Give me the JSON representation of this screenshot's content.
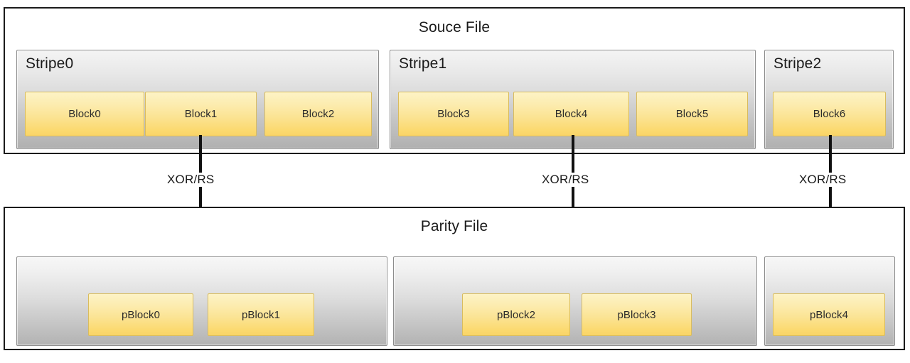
{
  "diagram": {
    "title_source": "Souce File",
    "title_parity": "Parity File",
    "transform_label": "XOR/RS",
    "colors": {
      "block_fill_top": "#fdf3c6",
      "block_fill_bottom": "#fad467",
      "block_border": "#d9bc5e",
      "container_fill_top": "#f4f4f4",
      "container_fill_bottom": "#b0b0b0",
      "container_border": "#8c8c8c",
      "outline": "#1a1a1a",
      "background": "#ffffff"
    }
  },
  "source_file": {
    "title": "Souce File",
    "stripes": [
      {
        "label": "Stripe0",
        "blocks": [
          {
            "label": "Block0"
          },
          {
            "label": "Block1"
          },
          {
            "label": "Block2"
          }
        ]
      },
      {
        "label": "Stripe1",
        "blocks": [
          {
            "label": "Block3"
          },
          {
            "label": "Block4"
          },
          {
            "label": "Block5"
          }
        ]
      },
      {
        "label": "Stripe2",
        "blocks": [
          {
            "label": "Block6"
          }
        ]
      }
    ]
  },
  "parity_file": {
    "title": "Parity File",
    "groups": [
      {
        "blocks": [
          {
            "label": "pBlock0"
          },
          {
            "label": "pBlock1"
          }
        ]
      },
      {
        "blocks": [
          {
            "label": "pBlock2"
          },
          {
            "label": "pBlock3"
          }
        ]
      },
      {
        "blocks": [
          {
            "label": "pBlock4"
          }
        ]
      }
    ]
  },
  "arrows": [
    {
      "label": "XOR/RS",
      "from": "Stripe0",
      "to": "parity-group-0"
    },
    {
      "label": "XOR/RS",
      "from": "Stripe1",
      "to": "parity-group-1"
    },
    {
      "label": "XOR/RS",
      "from": "Stripe2",
      "to": "parity-group-2"
    }
  ]
}
